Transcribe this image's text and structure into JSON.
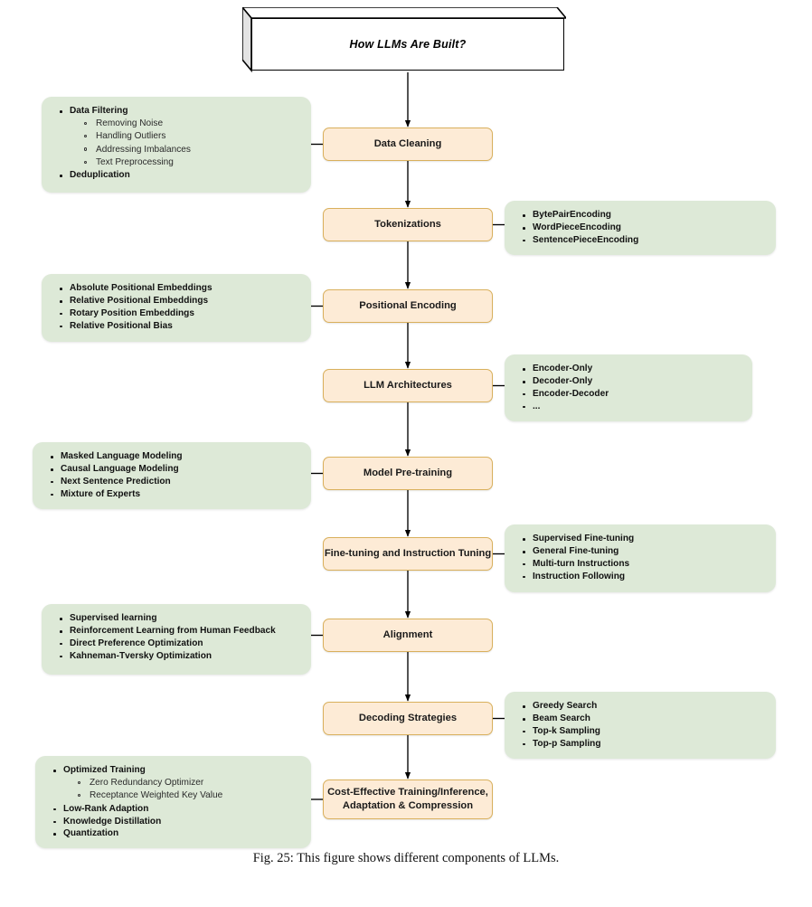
{
  "figure": {
    "title": "How LLMs Are Built?",
    "caption": "Fig. 25: This figure shows different components of LLMs.",
    "colors": {
      "center_node_fill": "#fdebd6",
      "center_node_border": "#d9b05c",
      "side_panel_fill": "#dde9d7",
      "title_box_fill": "#ffffff",
      "connector": "#000000"
    }
  },
  "stages": [
    {
      "id": "data-cleaning",
      "label": "Data Cleaning",
      "side": "left",
      "details": [
        {
          "level": 1,
          "text": "Data Filtering"
        },
        {
          "level": 2,
          "text": "Removing Noise"
        },
        {
          "level": 2,
          "text": "Handling Outliers"
        },
        {
          "level": 2,
          "text": "Addressing Imbalances"
        },
        {
          "level": 2,
          "text": "Text Preprocessing"
        },
        {
          "level": 1,
          "text": "Deduplication"
        }
      ]
    },
    {
      "id": "tokenizations",
      "label": "Tokenizations",
      "side": "right",
      "details": [
        {
          "level": 1,
          "text": "BytePairEncoding"
        },
        {
          "level": 1,
          "text": "WordPieceEncoding"
        },
        {
          "level": 1,
          "text": "SentencePieceEncoding"
        }
      ]
    },
    {
      "id": "positional-encoding",
      "label": "Positional Encoding",
      "side": "left",
      "details": [
        {
          "level": 1,
          "text": "Absolute Positional Embeddings"
        },
        {
          "level": 1,
          "text": "Relative Positional Embeddings"
        },
        {
          "level": 1,
          "text": "Rotary Position Embeddings"
        },
        {
          "level": 1,
          "text": "Relative Positional Bias"
        }
      ]
    },
    {
      "id": "llm-architectures",
      "label": "LLM Architectures",
      "side": "right",
      "details": [
        {
          "level": 1,
          "text": "Encoder-Only"
        },
        {
          "level": 1,
          "text": "Decoder-Only"
        },
        {
          "level": 1,
          "text": "Encoder-Decoder"
        },
        {
          "level": 1,
          "text": "..."
        }
      ]
    },
    {
      "id": "model-pre-training",
      "label": "Model Pre-training",
      "side": "left",
      "details": [
        {
          "level": 1,
          "text": "Masked Language Modeling"
        },
        {
          "level": 1,
          "text": "Causal Language Modeling"
        },
        {
          "level": 1,
          "text": "Next Sentence Prediction"
        },
        {
          "level": 1,
          "text": "Mixture of Experts"
        }
      ]
    },
    {
      "id": "fine-tuning-and-instruction-tuning",
      "label": "Fine-tuning and Instruction Tuning",
      "side": "right",
      "details": [
        {
          "level": 1,
          "text": "Supervised Fine-tuning"
        },
        {
          "level": 1,
          "text": "General Fine-tuning"
        },
        {
          "level": 1,
          "text": "Multi-turn Instructions"
        },
        {
          "level": 1,
          "text": "Instruction Following"
        }
      ]
    },
    {
      "id": "alignment",
      "label": "Alignment",
      "side": "left",
      "details": [
        {
          "level": 1,
          "text": "Supervised learning"
        },
        {
          "level": 1,
          "text": "Reinforcement Learning from Human Feedback"
        },
        {
          "level": 1,
          "text": "Direct Preference Optimization"
        },
        {
          "level": 1,
          "text": "Kahneman-Tversky Optimization"
        }
      ]
    },
    {
      "id": "decoding-strategies",
      "label": "Decoding Strategies",
      "side": "right",
      "details": [
        {
          "level": 1,
          "text": "Greedy Search"
        },
        {
          "level": 1,
          "text": "Beam Search"
        },
        {
          "level": 1,
          "text": "Top-k Sampling"
        },
        {
          "level": 1,
          "text": "Top-p Sampling"
        }
      ]
    },
    {
      "id": "cost-effective-training",
      "label": "Cost-Effective Training/Inference,\nAdaptation & Compression",
      "side": "left",
      "details": [
        {
          "level": 1,
          "text": "Optimized Training"
        },
        {
          "level": 2,
          "text": "Zero Redundancy Optimizer"
        },
        {
          "level": 2,
          "text": "Receptance Weighted Key Value"
        },
        {
          "level": 1,
          "text": "Low-Rank Adaption"
        },
        {
          "level": 1,
          "text": "Knowledge Distillation"
        },
        {
          "level": 1,
          "text": "Quantization"
        }
      ]
    }
  ]
}
